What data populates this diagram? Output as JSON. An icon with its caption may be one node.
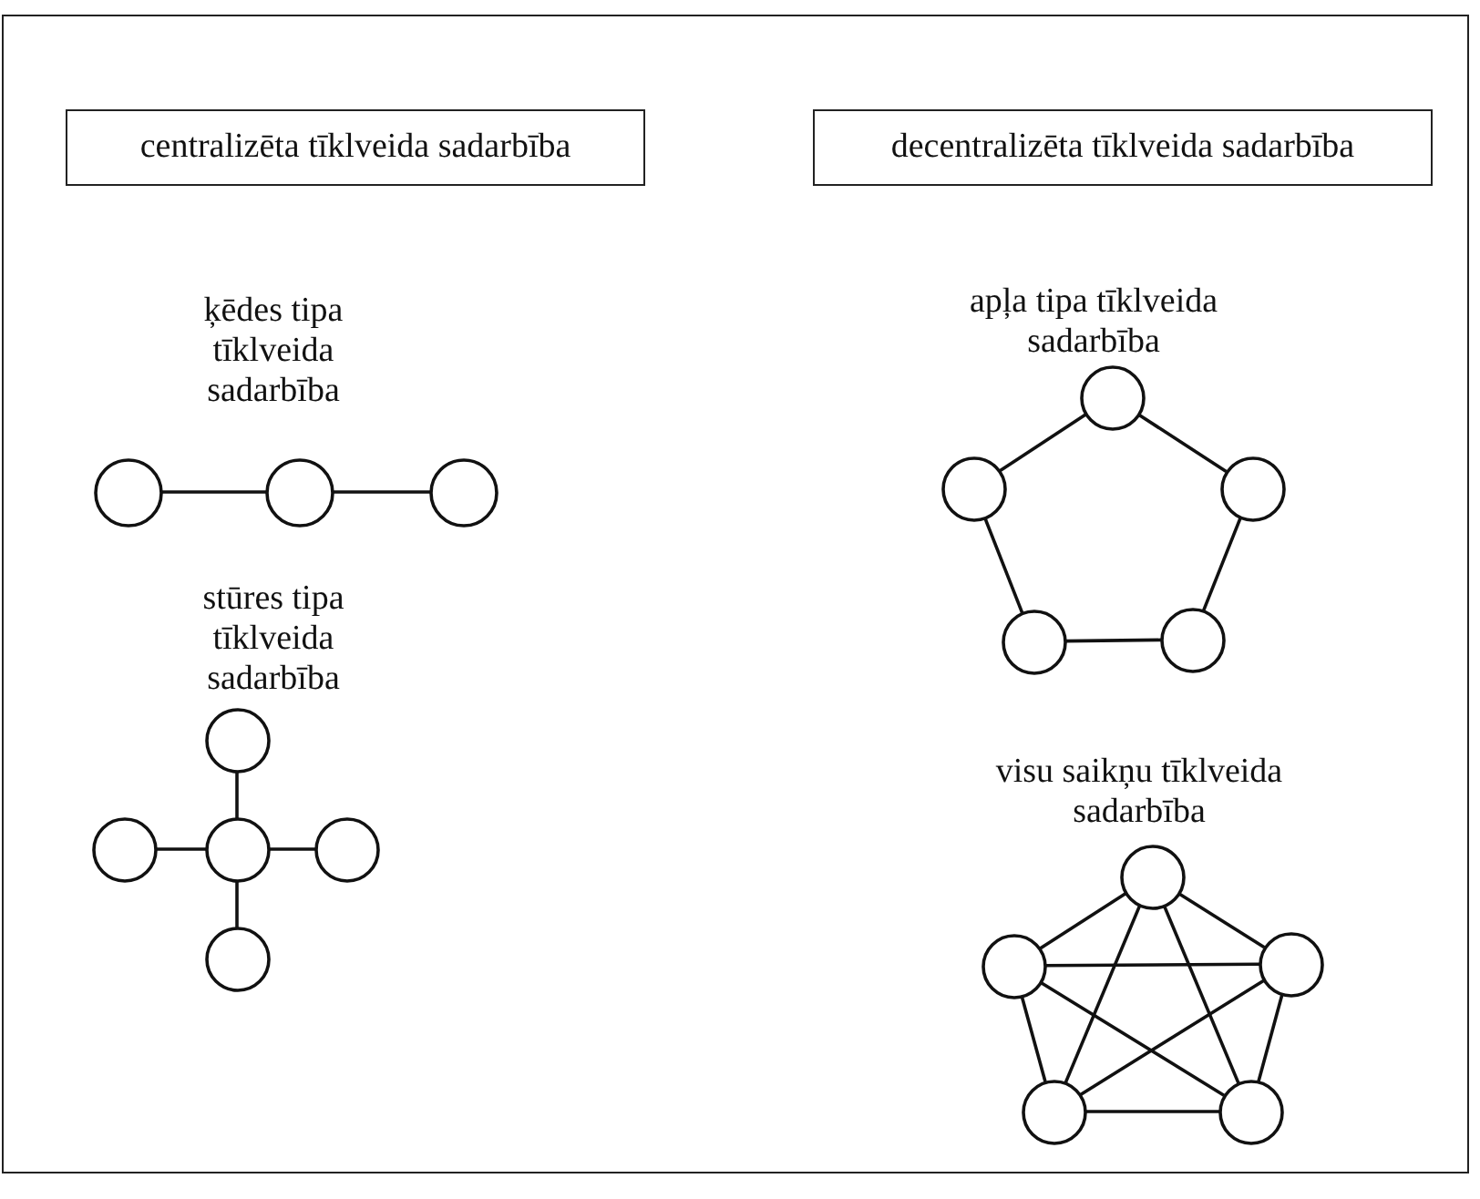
{
  "diagram": {
    "nodes": [
      {
        "text": [
          "centralizēta tīklveida sadarbība"
        ]
      },
      {
        "text": [
          "decentralizēta tīklveida sadarbība"
        ]
      },
      {
        "text": [],
        "shape": "circle"
      },
      {
        "text": [],
        "shape": "circle"
      },
      {
        "text": [],
        "shape": "circle"
      },
      {
        "text": [],
        "shape": "circle"
      },
      {
        "text": [],
        "shape": "circle"
      },
      {
        "text": [],
        "shape": "circle"
      },
      {
        "text": [],
        "shape": "circle"
      },
      {
        "text": [],
        "shape": "circle"
      },
      {
        "text": [],
        "shape": "circle"
      },
      {
        "text": [],
        "shape": "circle"
      },
      {
        "text": [],
        "shape": "circle"
      },
      {
        "text": [],
        "shape": "circle"
      },
      {
        "text": [],
        "shape": "circle"
      },
      {
        "text": [],
        "shape": "circle"
      },
      {
        "text": [],
        "shape": "circle"
      },
      {
        "text": [],
        "shape": "circle"
      },
      {
        "text": [],
        "shape": "circle"
      },
      {
        "text": [],
        "shape": "circle"
      }
    ],
    "edges": [
      {
        "from": 2,
        "to": 3,
        "arrow": "none"
      },
      {
        "from": 3,
        "to": 4,
        "arrow": "none"
      },
      {
        "from": 5,
        "to": 7,
        "arrow": "none"
      },
      {
        "from": 6,
        "to": 7,
        "arrow": "none"
      },
      {
        "from": 7,
        "to": 8,
        "arrow": "none"
      },
      {
        "from": 7,
        "to": 9,
        "arrow": "none"
      },
      {
        "from": 10,
        "to": 11,
        "arrow": "none"
      },
      {
        "from": 10,
        "to": 12,
        "arrow": "none"
      },
      {
        "from": 11,
        "to": 13,
        "arrow": "none"
      },
      {
        "from": 12,
        "to": 14,
        "arrow": "none"
      },
      {
        "from": 13,
        "to": 14,
        "arrow": "none"
      },
      {
        "from": 15,
        "to": 16,
        "arrow": "none"
      },
      {
        "from": 15,
        "to": 17,
        "arrow": "none"
      },
      {
        "from": 15,
        "to": 18,
        "arrow": "none"
      },
      {
        "from": 15,
        "to": 19,
        "arrow": "none"
      },
      {
        "from": 16,
        "to": 17,
        "arrow": "none"
      },
      {
        "from": 16,
        "to": 18,
        "arrow": "none"
      },
      {
        "from": 16,
        "to": 19,
        "arrow": "none"
      },
      {
        "from": 17,
        "to": 18,
        "arrow": "none"
      },
      {
        "from": 17,
        "to": 19,
        "arrow": "none"
      },
      {
        "from": 18,
        "to": 19,
        "arrow": "none"
      }
    ],
    "labels": [
      "ķēdes tipa tīklveida sadarbība",
      "apļa tipa tīklveida sadarbība",
      "stūres tipa tīklveida sadarbība",
      "visu saikņu tīklveida sadarbība"
    ]
  }
}
